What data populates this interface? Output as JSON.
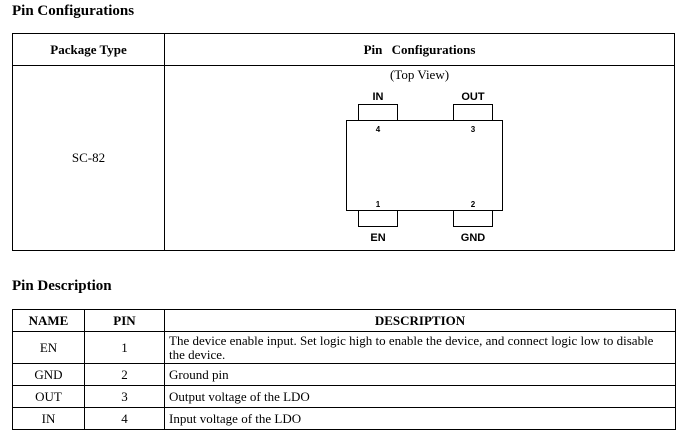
{
  "titles": {
    "pin_configurations": "Pin Configurations",
    "pin_description": "Pin Description"
  },
  "config_table": {
    "header_package": "Package Type",
    "header_config": "Pin Configurations",
    "package": "SC-82",
    "view_label": "(Top View)",
    "pins": {
      "top_left": {
        "name": "IN",
        "number": "4"
      },
      "top_right": {
        "name": "OUT",
        "number": "3"
      },
      "bottom_left": {
        "name": "EN",
        "number": "1"
      },
      "bottom_right": {
        "name": "GND",
        "number": "2"
      }
    }
  },
  "desc_table": {
    "headers": {
      "name": "NAME",
      "pin": "PIN",
      "description": "DESCRIPTION"
    },
    "rows": [
      {
        "name": "EN",
        "pin": "1",
        "description": "The device enable input. Set logic high to enable the device, and connect logic low to disable the device."
      },
      {
        "name": "GND",
        "pin": "2",
        "description": "Ground pin"
      },
      {
        "name": "OUT",
        "pin": "3",
        "description": "Output voltage of the LDO"
      },
      {
        "name": "IN",
        "pin": "4",
        "description": "Input voltage of the LDO"
      }
    ]
  }
}
